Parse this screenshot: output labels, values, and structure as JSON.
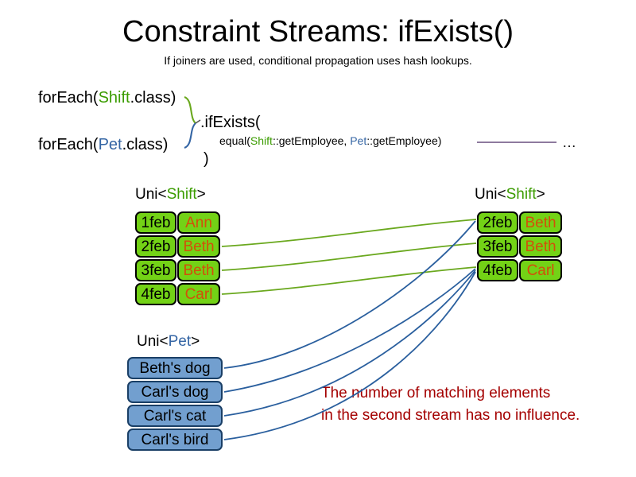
{
  "slide": {
    "title": "Constraint Streams: ifExists()",
    "subtitle": "If joiners are used, conditional propagation uses hash lookups."
  },
  "code": {
    "foreach_shift": {
      "prefix": "forEach(",
      "type": "Shift",
      "suffix": ".class)"
    },
    "foreach_pet": {
      "prefix": "forEach(",
      "type": "Pet",
      "suffix": ".class)"
    },
    "if_exists": ".ifExists(",
    "equal": {
      "prefix": "equal(",
      "left_type": "Shift",
      "left_method": "::getEmployee, ",
      "right_type": "Pet",
      "right_method": "::getEmployee)"
    },
    "close_paren": ")",
    "ellipsis": "…"
  },
  "labels": {
    "uni_open": "Uni<",
    "uni_close": ">",
    "shift_type": "Shift",
    "pet_type": "Pet"
  },
  "streams": {
    "shift_input": {
      "caption_type": "Shift",
      "rows": [
        {
          "date": "1feb",
          "name": "Ann"
        },
        {
          "date": "2feb",
          "name": "Beth"
        },
        {
          "date": "3feb",
          "name": "Beth"
        },
        {
          "date": "4feb",
          "name": "Carl"
        }
      ]
    },
    "shift_output": {
      "caption_type": "Shift",
      "rows": [
        {
          "date": "2feb",
          "name": "Beth"
        },
        {
          "date": "3feb",
          "name": "Beth"
        },
        {
          "date": "4feb",
          "name": "Carl"
        }
      ]
    },
    "pet_input": {
      "caption_type": "Pet",
      "rows": [
        {
          "name": "Beth's dog"
        },
        {
          "name": "Carl's dog"
        },
        {
          "name": "Carl's cat"
        },
        {
          "name": "Carl's bird"
        }
      ]
    }
  },
  "note": {
    "line1": "The number of matching elements",
    "line2": "in the second stream has no influence."
  },
  "colors": {
    "shift_green": "#73d216",
    "pet_blue": "#729fcf",
    "name_orange": "#d2500a",
    "type_shift_text": "#3b9c00",
    "type_pet_text": "#3465a4",
    "note_red": "#a40000",
    "wire_green": "#6aa81e",
    "wire_blue": "#2a5f9e",
    "rule_purple": "#8e7a9e"
  }
}
